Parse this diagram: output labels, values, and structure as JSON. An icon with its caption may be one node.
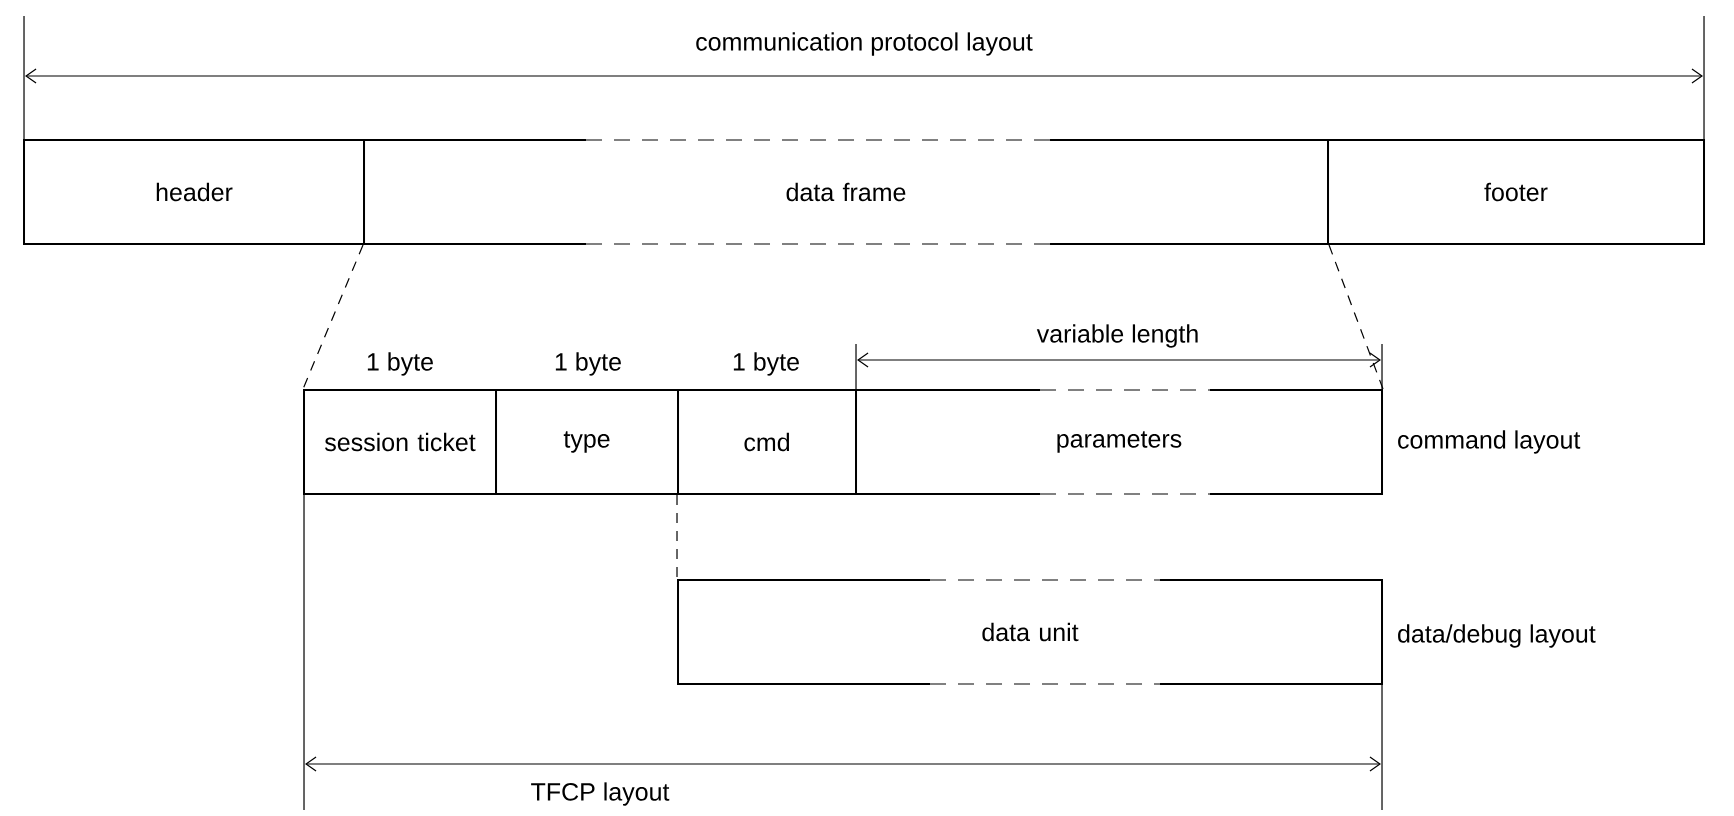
{
  "diagram": {
    "nodes": [
      {
        "text": [
          "header"
        ]
      },
      {
        "text": [
          "data frame"
        ]
      },
      {
        "text": [
          "footer"
        ]
      },
      {
        "text": [
          "session ticket"
        ]
      },
      {
        "text": [
          "type"
        ]
      },
      {
        "text": [
          "cmd"
        ]
      },
      {
        "text": [
          "parameters"
        ]
      },
      {
        "text": [
          "data unit"
        ]
      }
    ],
    "edges": [
      {
        "from": 1,
        "to": 3,
        "arrow": "none",
        "style": "dashed"
      },
      {
        "from": 1,
        "to": 6,
        "arrow": "none",
        "style": "dashed"
      },
      {
        "from": 5,
        "to": 7,
        "arrow": "none",
        "style": "dashed"
      }
    ],
    "labels": [
      "communication protocol layout",
      "variable length",
      "1 byte",
      "1 byte",
      "1 byte",
      "command layout",
      "data/debug layout",
      "TFCP layout"
    ]
  }
}
